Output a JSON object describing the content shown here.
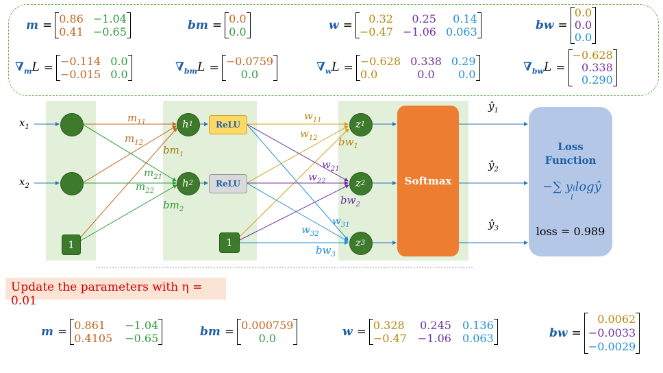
{
  "top_params": {
    "m": {
      "label": "m",
      "rows": [
        [
          "0.86",
          "−1.04"
        ],
        [
          "0.41",
          "−0.65"
        ]
      ]
    },
    "bm": {
      "label": "bm",
      "rows": [
        [
          "0.0"
        ],
        [
          "0.0"
        ]
      ]
    },
    "w": {
      "label": "w",
      "rows": [
        [
          "0.32",
          "0.25",
          "0.14"
        ],
        [
          "−0.47",
          "−1.06",
          "0.063"
        ]
      ]
    },
    "bw": {
      "label": "bw",
      "rows": [
        [
          "0.0"
        ],
        [
          "0.0"
        ],
        [
          "0.0"
        ]
      ]
    }
  },
  "gradients": {
    "grad_m": {
      "label": "∇",
      "sub": "m",
      "suffix": "L",
      "rows": [
        [
          "−0.114",
          "0.0"
        ],
        [
          "−0.015",
          "0.0"
        ]
      ]
    },
    "grad_bm": {
      "label": "∇",
      "sub": "bm",
      "suffix": "L",
      "rows": [
        [
          "−0.0759"
        ],
        [
          "0.0"
        ]
      ]
    },
    "grad_w": {
      "label": "∇",
      "sub": "w",
      "suffix": "L",
      "rows": [
        [
          "−0.628",
          "0.338",
          "0.29"
        ],
        [
          "0.0",
          "0.0",
          "0.0"
        ]
      ]
    },
    "grad_bw": {
      "label": "∇",
      "sub": "bw",
      "suffix": "L",
      "rows": [
        [
          "−0.628"
        ],
        [
          "0.338"
        ],
        [
          "0.290"
        ]
      ]
    }
  },
  "network": {
    "inputs": [
      "x",
      "x"
    ],
    "input_subs": [
      "1",
      "2"
    ],
    "bias_label": "1",
    "hidden": [
      "h",
      "h"
    ],
    "hidden_subs": [
      "1",
      "2"
    ],
    "relu_label": "ReLU",
    "outputs": [
      "z",
      "z",
      "z"
    ],
    "output_subs": [
      "1",
      "2",
      "3"
    ],
    "softmax_label": "Softmax",
    "yhat": [
      "ŷ",
      "ŷ",
      "ŷ"
    ],
    "yhat_subs": [
      "1",
      "2",
      "3"
    ],
    "loss_title": "Loss\nFunction",
    "loss_formula": "−∑ yᵢlogŷ",
    "loss_formula_sub": "i",
    "loss_value": "loss = 0.989",
    "weight_labels": {
      "m11": "m",
      "m12": "m",
      "m21": "m",
      "m22": "m",
      "bm1": "bm",
      "bm2": "bm",
      "w11": "w",
      "w12": "w",
      "w21": "w",
      "w22": "w",
      "w31": "w",
      "w32": "w",
      "bw1": "bw",
      "bw2": "bw",
      "bw3": "bw"
    },
    "weight_subs": {
      "m11": "11",
      "m12": "12",
      "m21": "21",
      "m22": "22",
      "bm1": "1",
      "bm2": "2",
      "w11": "11",
      "w12": "12",
      "w21": "21",
      "w22": "22",
      "w31": "31",
      "w32": "32",
      "bw1": "1",
      "bw2": "2",
      "bw3": "3"
    }
  },
  "update_text": "Update the parameters with η = 0.01",
  "updated_params": {
    "m": {
      "label": "m",
      "rows": [
        [
          "0.861",
          "−1.04"
        ],
        [
          "0.4105",
          "−0.65"
        ]
      ]
    },
    "bm": {
      "label": "bm",
      "rows": [
        [
          "0.000759"
        ],
        [
          "0.0"
        ]
      ]
    },
    "w": {
      "label": "w",
      "rows": [
        [
          "0.328",
          "0.245",
          "0.136"
        ],
        [
          "−0.47",
          "−1.06",
          "0.063"
        ]
      ]
    },
    "bw": {
      "label": "bw",
      "rows": [
        [
          "0.0062"
        ],
        [
          "−0.0033"
        ],
        [
          "−0.0029"
        ]
      ]
    }
  },
  "colors": {
    "accent_blue": "#1f5fa8",
    "orange": "#c0651c",
    "green": "#2e9b3a",
    "purple": "#7030a0",
    "light_blue": "#1f8fd6",
    "gold": "#b8860b",
    "panel": "#e2efd9",
    "softmax": "#ed7d31",
    "loss_box": "#b4c7e7",
    "update_bg": "#fbe3d6",
    "update_text": "#d00000"
  }
}
